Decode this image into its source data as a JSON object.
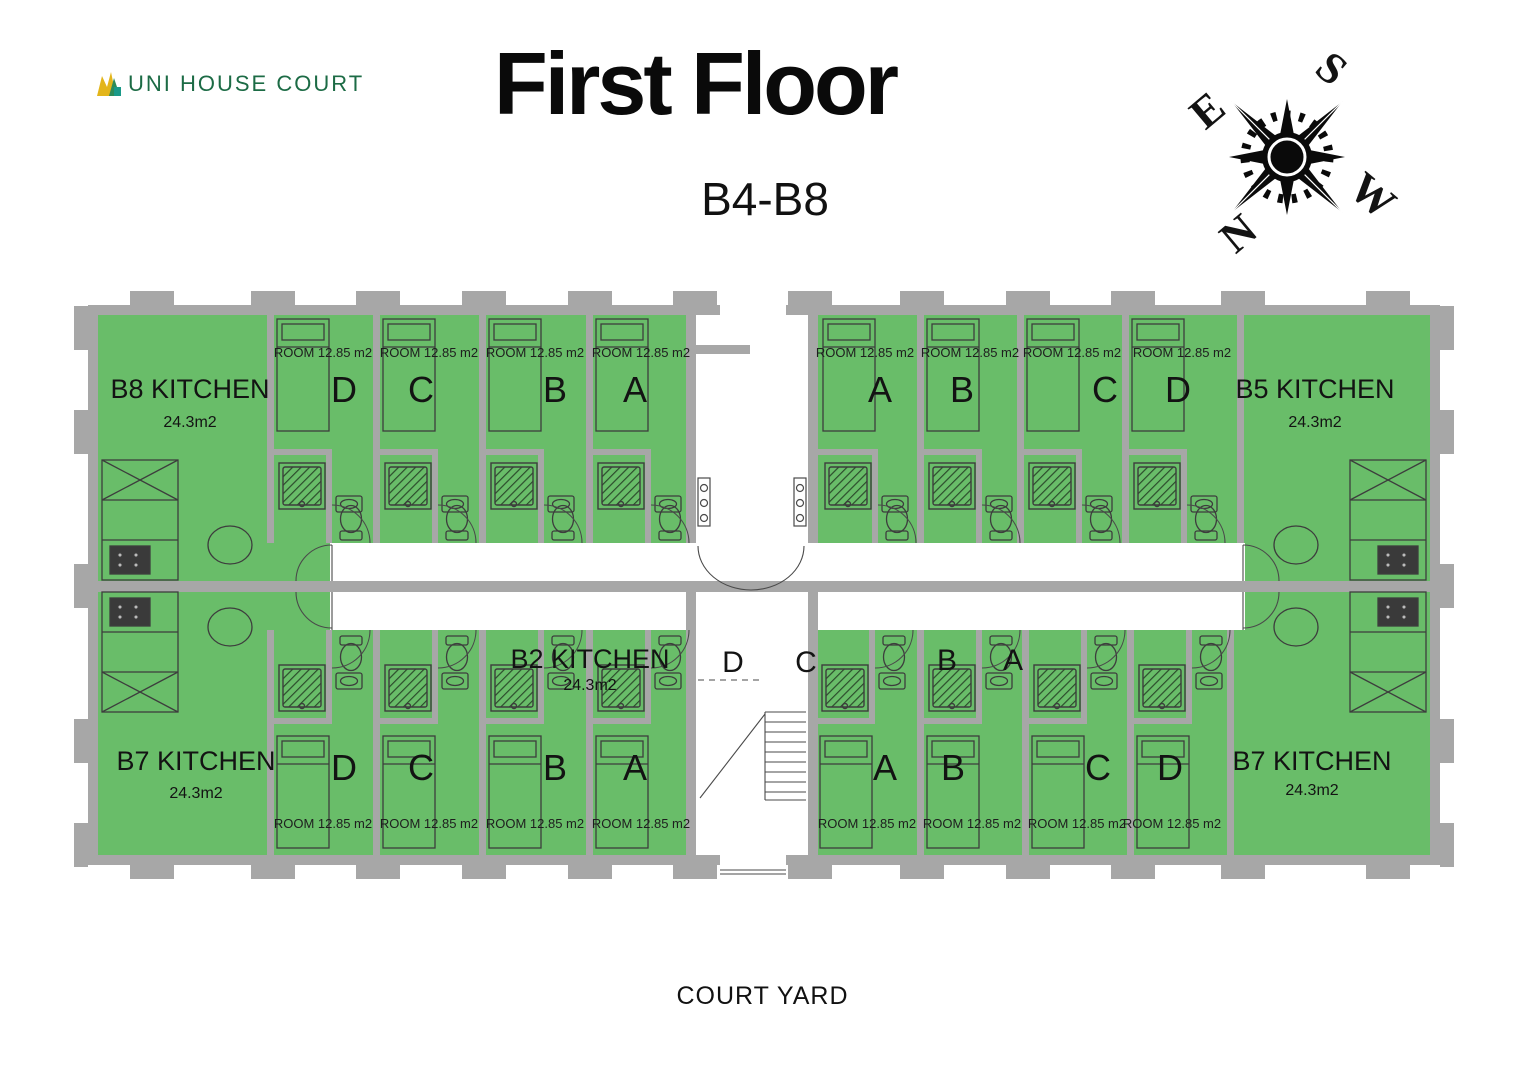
{
  "logo": {
    "text": "UNI HOUSE COURT"
  },
  "title": "First Floor",
  "subtitle": "B4-B8",
  "court_yard": "COURT YARD",
  "compass": {
    "n": "N",
    "e": "E",
    "s": "S",
    "w": "W"
  },
  "room_area_label": "ROOM 12.85 m2",
  "apartments": {
    "top_left": {
      "kitchen": "B8 KITCHEN",
      "area": "24.3m2",
      "rooms": [
        "D",
        "C",
        "B",
        "A"
      ]
    },
    "top_right": {
      "kitchen": "B5 KITCHEN",
      "area": "24.3m2",
      "rooms": [
        "A",
        "B",
        "C",
        "D"
      ]
    },
    "bottom_left": {
      "kitchen": "B7 KITCHEN",
      "area": "24.3m2",
      "rooms": [
        "D",
        "C",
        "B",
        "A"
      ]
    },
    "bottom_mid": {
      "kitchen": "B2 KITCHEN",
      "area": "24.3m2",
      "rooms": [
        "D",
        "C",
        "B",
        "A"
      ]
    },
    "bottom_right": {
      "kitchen": "B7 KITCHEN",
      "area": "24.3m2",
      "rooms": [
        "A",
        "B",
        "C",
        "D"
      ]
    }
  },
  "colors": {
    "room_green": "#69bd69",
    "wall_gray": "#a7a7a7",
    "logo_green": "#1c6b45"
  }
}
